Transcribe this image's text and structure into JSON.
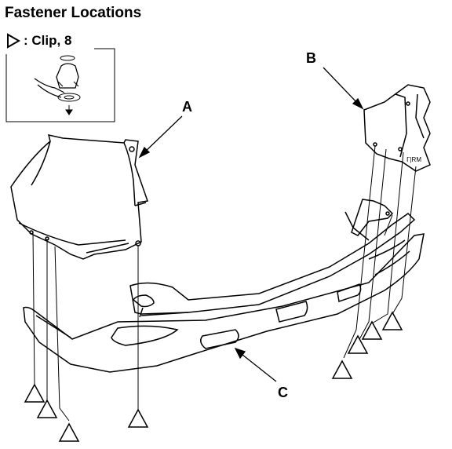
{
  "title": "Fastener Locations",
  "legend": {
    "symbol": "triangle-marker-icon",
    "label": ": Clip, 8"
  },
  "callouts": [
    {
      "id": "A",
      "label": "A"
    },
    {
      "id": "B",
      "label": "B"
    },
    {
      "id": "C",
      "label": "C"
    }
  ],
  "inset": {
    "icon": "clip-detail-icon"
  },
  "bracket_marking": "ᒥ|RM",
  "colors": {
    "line": "#000000",
    "background": "#ffffff"
  }
}
